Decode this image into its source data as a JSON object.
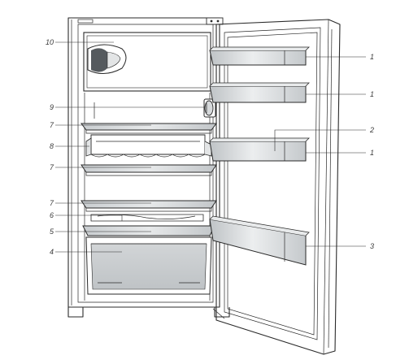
{
  "callouts": {
    "c10": "10",
    "c9": "9",
    "c7a": "7",
    "c8": "8",
    "c7b": "7",
    "c7c": "7",
    "c6": "6",
    "c5": "5",
    "c4": "4",
    "c1a": "1",
    "c1b": "1",
    "c2": "2",
    "c1c": "1",
    "c3": "3"
  },
  "colors": {
    "line": "#2a2a2a",
    "glass": "#cfd3d6",
    "door_shelf": "#d8dadc",
    "crisper": "#cccfd1",
    "freezer_dark": "#555a5e"
  }
}
